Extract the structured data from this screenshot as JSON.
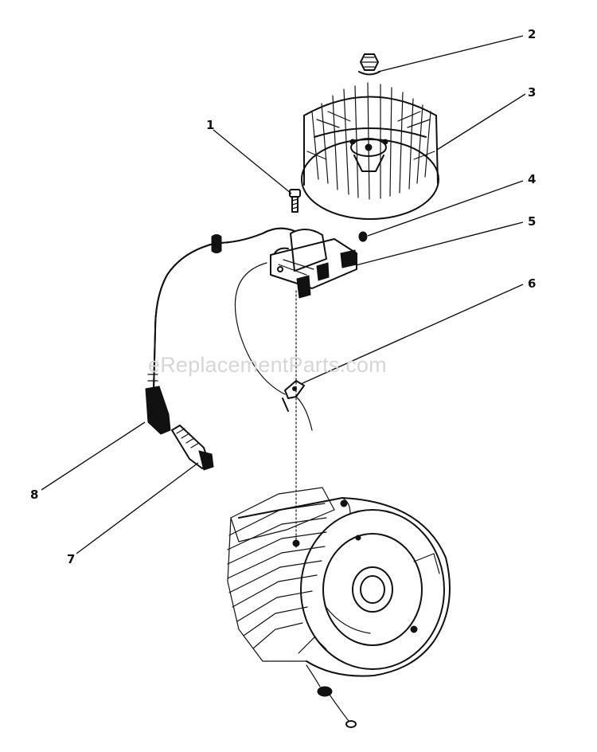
{
  "callouts": {
    "c1": "1",
    "c2": "2",
    "c3": "3",
    "c4": "4",
    "c5": "5",
    "c6": "6",
    "c7": "7",
    "c8": "8"
  },
  "watermark": "eReplacementParts.com",
  "parts": {
    "screw": "screw-icon",
    "nut": "nut-icon",
    "flywheel": "flywheel-icon",
    "key": "key-icon",
    "ignition_module": "ignition-module-icon",
    "wire_clip": "wire-clip-icon",
    "spark_plug": "spark-plug-icon",
    "spark_plug_wire": "spark-plug-wire-icon",
    "engine_block": "engine-block-icon"
  },
  "colors": {
    "ink": "#111111",
    "watermark": "#d6d6d6",
    "background": "#ffffff"
  }
}
